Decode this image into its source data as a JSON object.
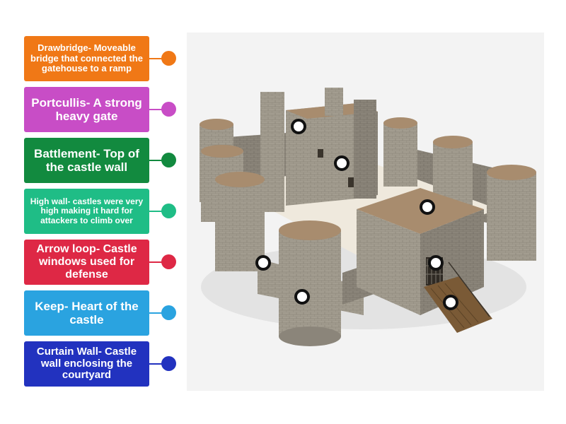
{
  "labels": [
    {
      "text": "Drawbridge- Moveable bridge that connected the gatehouse to a ramp",
      "color": "#f07816"
    },
    {
      "text": "Portcullis- A strong heavy gate",
      "color": "#c84dc6"
    },
    {
      "text": "Battlement- Top of the castle wall",
      "color": "#128a3f"
    },
    {
      "text": "High wall- castles were very high making it hard for attackers to climb over",
      "color": "#1fbd86"
    },
    {
      "text": "Arrow loop- Castle windows used for defense",
      "color": "#de2845"
    },
    {
      "text": "Keep- Heart of the castle",
      "color": "#2aa3e0"
    },
    {
      "text": "Curtain Wall- Castle wall enclosing the courtyard",
      "color": "#2232bf"
    }
  ],
  "colors": {
    "panel_bg": "#f3f3f3",
    "stone": "#9c968a",
    "stone_dark": "#6f6a60",
    "stone_light": "#c9c3b6",
    "roof": "#a88c6e",
    "wood": "#7a5a36"
  }
}
